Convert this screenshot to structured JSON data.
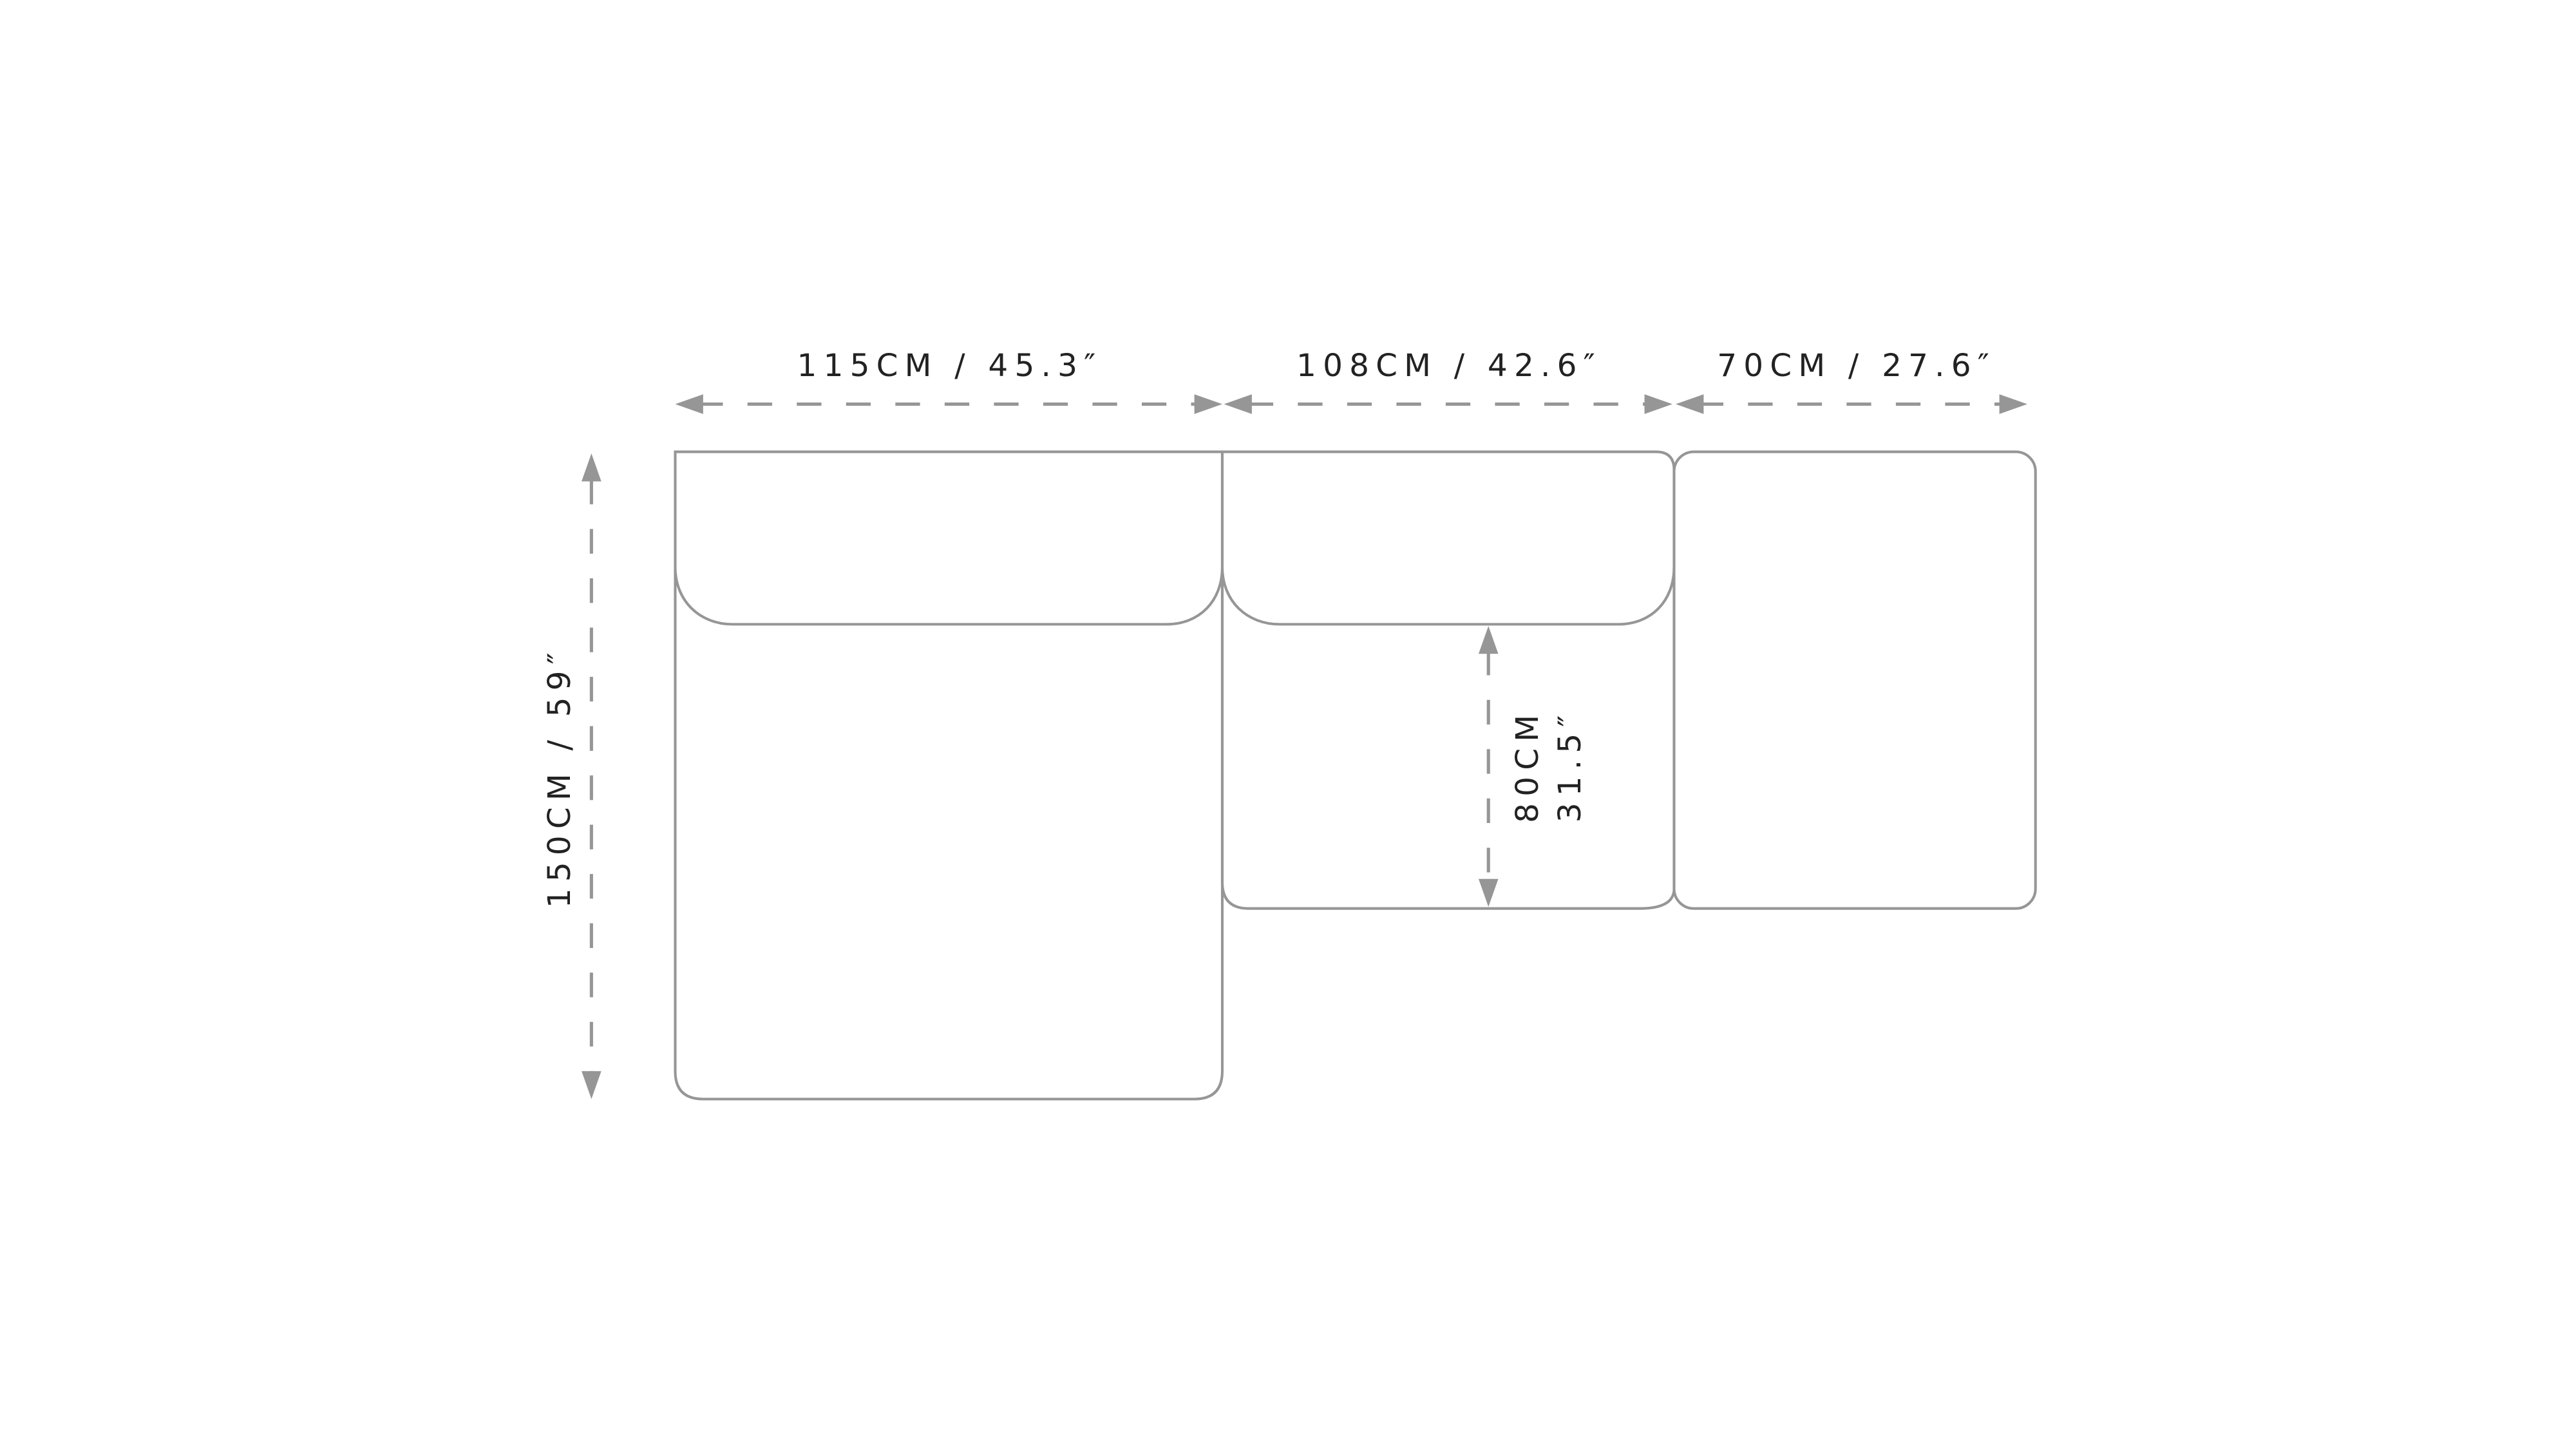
{
  "diagram": {
    "title_hidden": null,
    "stroke_color": "#969696",
    "text_color": "#222222",
    "dimensions": {
      "module_1_width": "115CM / 45.3″",
      "module_2_width": "108CM / 42.6″",
      "module_3_width": "70CM / 27.6″",
      "total_depth": "150CM / 59″",
      "seat_depth_cm": "80CM",
      "seat_depth_in": "31.5″"
    }
  }
}
